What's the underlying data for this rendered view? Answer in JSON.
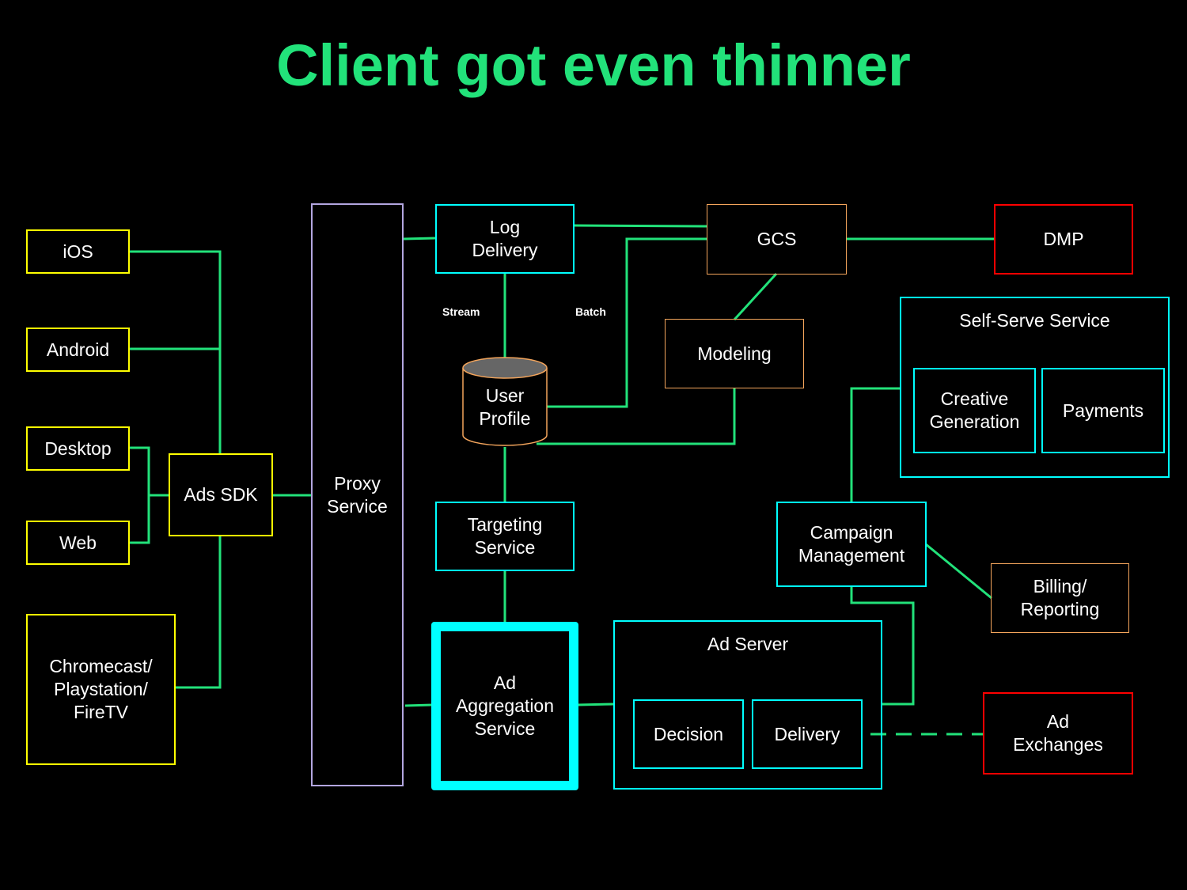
{
  "title": "Client got even thinner",
  "colors": {
    "title": "#22e27a",
    "connector": "#22e27a",
    "client_border": "#ffff00",
    "service_border": "#00ffff",
    "proxy_border": "#b3a6e0",
    "data_border": "#f4a55c",
    "external_border": "#ff0000",
    "cylinder_top": "#666666"
  },
  "nodes": {
    "ios": "iOS",
    "android": "Android",
    "desktop": "Desktop",
    "web": "Web",
    "chromecast": "Chromecast/\nPlaystation/\nFireTV",
    "ads_sdk": "Ads SDK",
    "proxy": "Proxy\nService",
    "log_delivery": "Log\nDelivery",
    "user_profile": "User\nProfile",
    "targeting": "Targeting\nService",
    "ad_aggregation": "Ad\nAggregation\nService",
    "gcs": "GCS",
    "modeling": "Modeling",
    "dmp": "DMP",
    "self_serve": "Self-Serve Service",
    "creative_generation": "Creative\nGeneration",
    "payments": "Payments",
    "campaign_management": "Campaign\nManagement",
    "billing_reporting": "Billing/\nReporting",
    "ad_server": "Ad Server",
    "decision": "Decision",
    "delivery": "Delivery",
    "ad_exchanges": "Ad\nExchanges"
  },
  "edge_labels": {
    "stream": "Stream",
    "batch": "Batch"
  }
}
